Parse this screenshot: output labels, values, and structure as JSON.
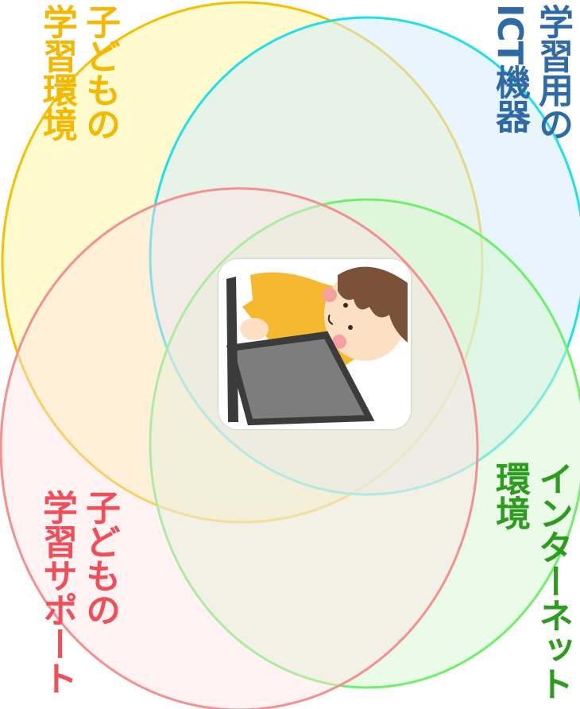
{
  "labels": {
    "child_env": {
      "line1": "子どもの",
      "line2": "学習環境",
      "color": "#f5b800"
    },
    "ict": {
      "line1": "学習用の",
      "line2": "ICT機器",
      "color": "#2f6aa6"
    },
    "internet": {
      "line1": "インターネット",
      "line2": "環境",
      "color": "#2d9c1e"
    },
    "support": {
      "line1": "子どもの",
      "line2": "学習サポート",
      "color": "#f04f5a"
    }
  },
  "circles": {
    "child_env": {
      "fill": "#fff8a8",
      "stroke": "#f5c000"
    },
    "ict": {
      "fill": "#d6ecfb",
      "stroke": "#1ee0ea"
    },
    "internet": {
      "fill": "#d6f7d2",
      "stroke": "#6ef06a"
    },
    "support": {
      "fill": "#ffe2e4",
      "stroke": "#f59090"
    }
  },
  "illustration": {
    "icon": "child-with-laptop-illustration",
    "colors": {
      "shirt": "#f6b830",
      "hair": "#7a5238",
      "skin": "#fde0c4",
      "laptop": "#7d7d7d",
      "laptop_edge": "#3b3b3b"
    }
  }
}
